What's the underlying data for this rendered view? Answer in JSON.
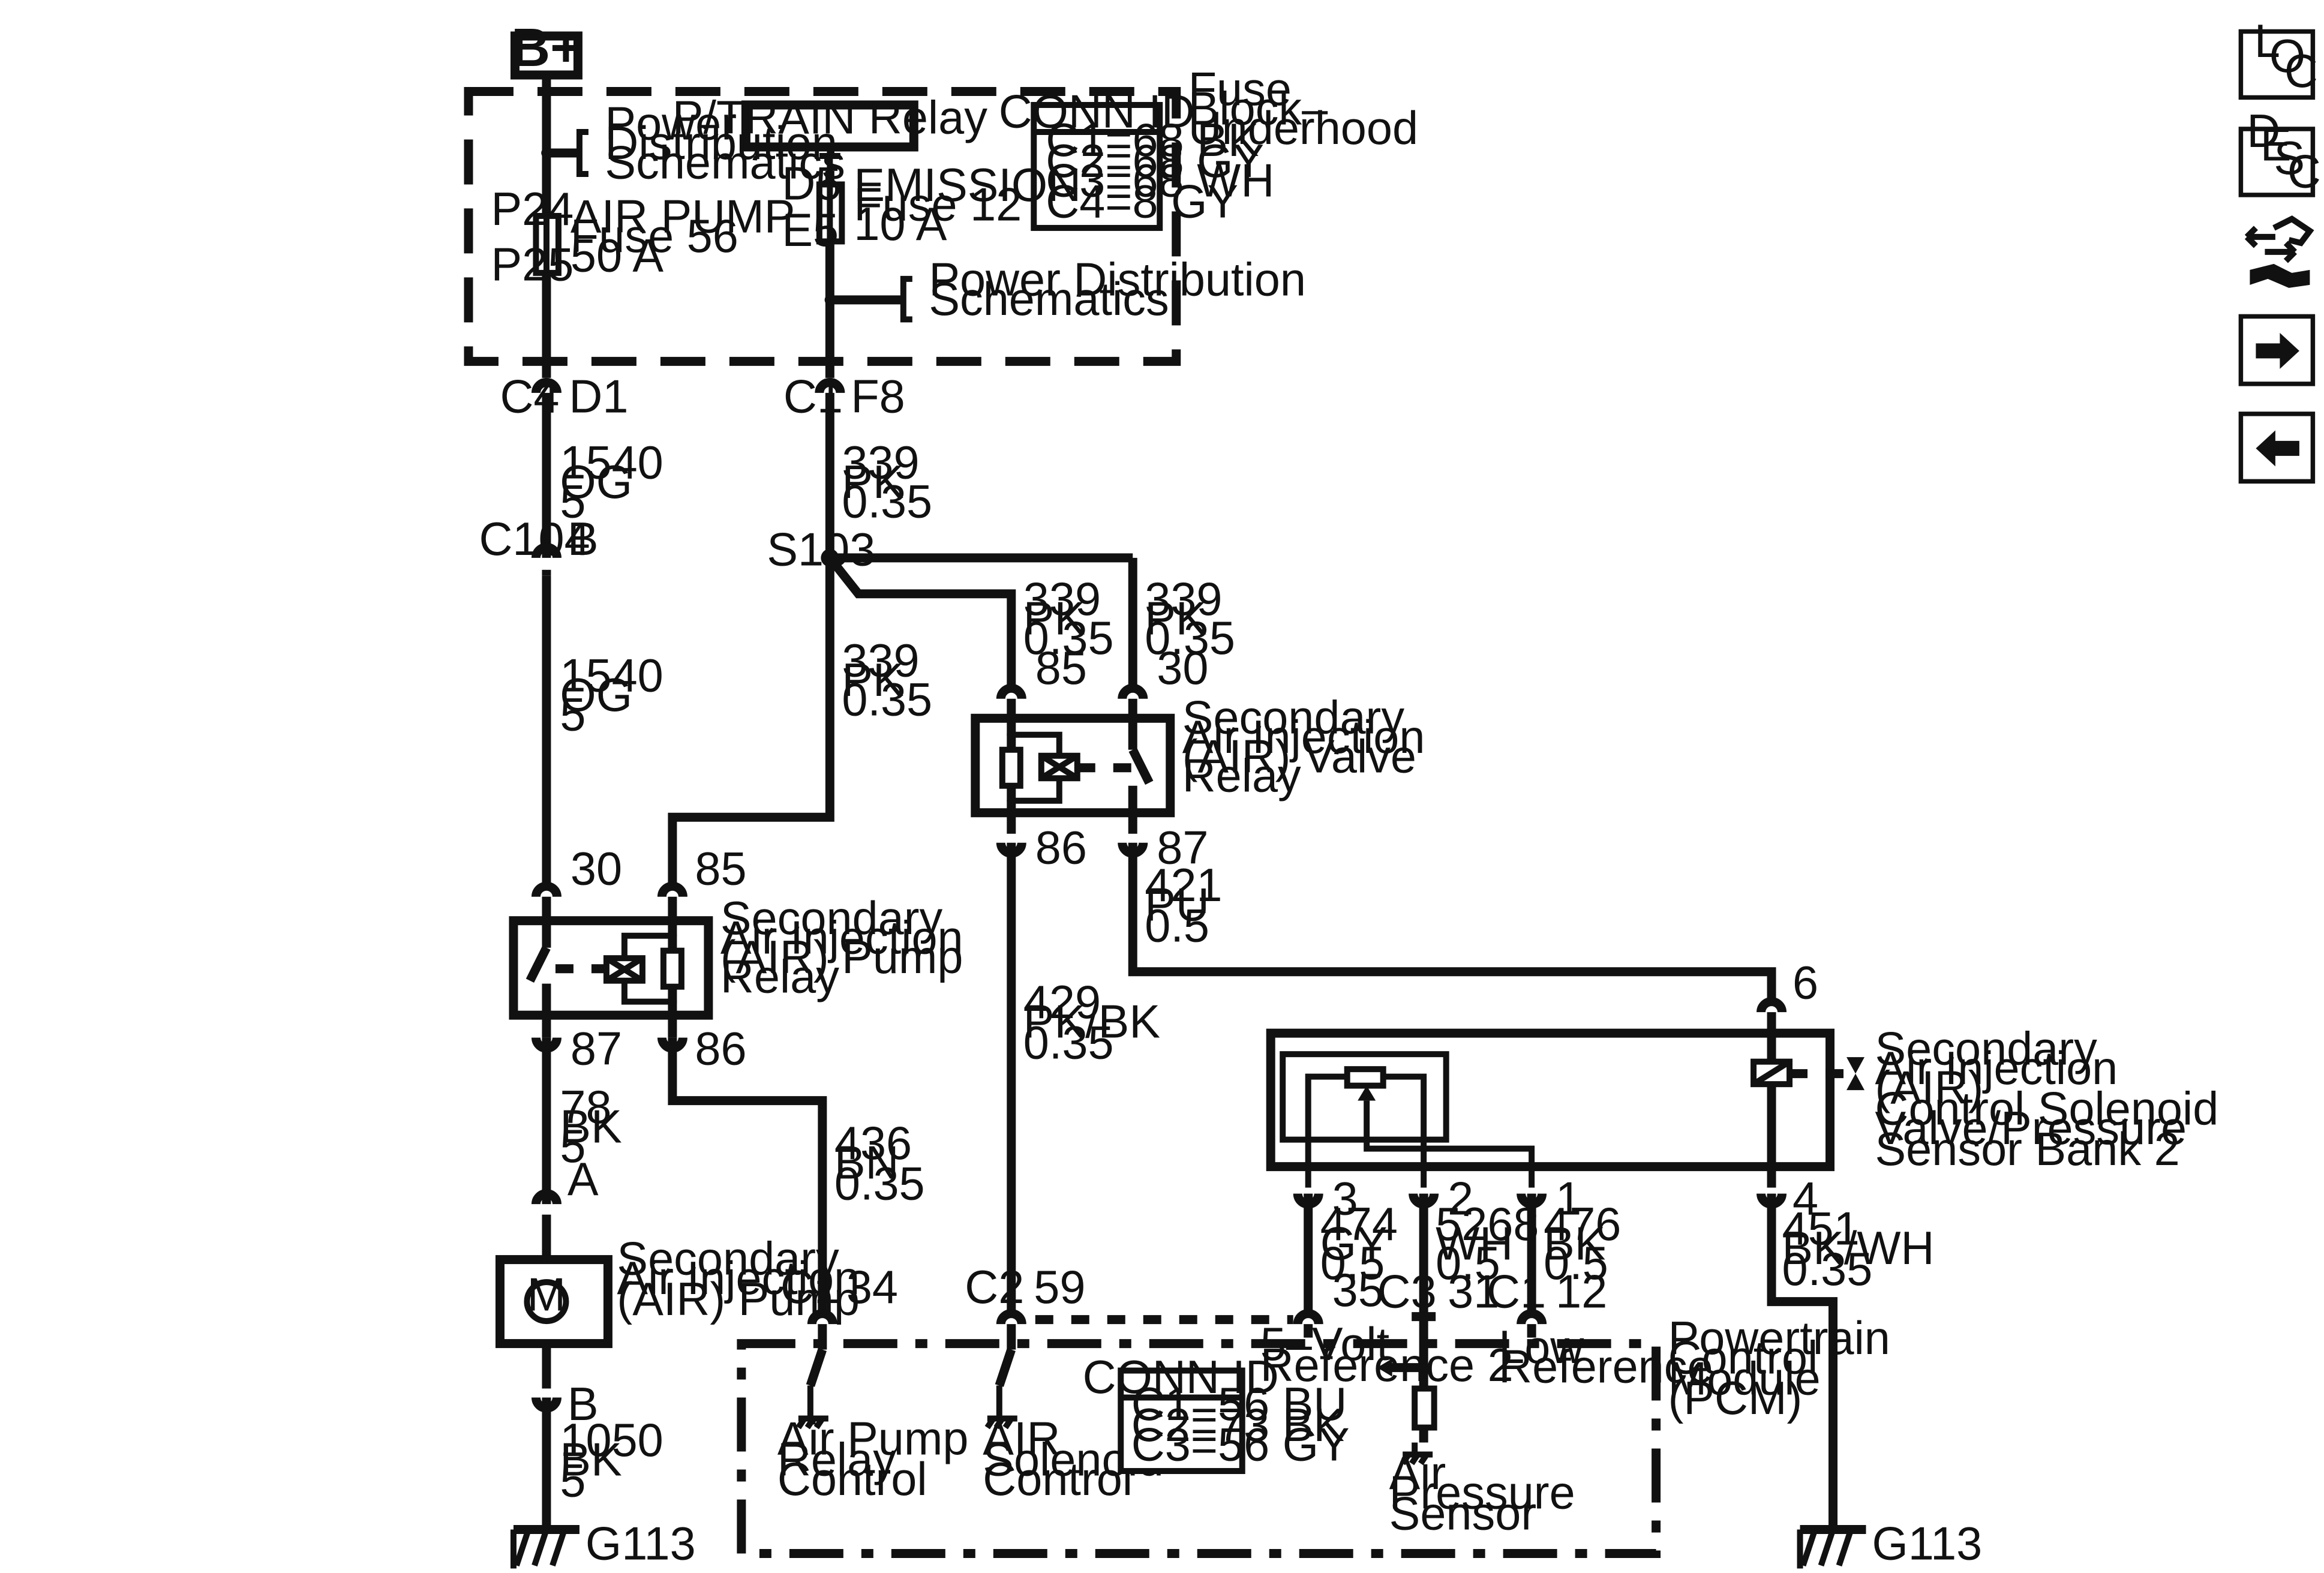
{
  "labels": {
    "bplus": "B+",
    "fuse_block": [
      "Fuse",
      "Block–",
      "Underhood"
    ],
    "power_dist_1": [
      "Power",
      "Distribution",
      "Schematics"
    ],
    "power_dist_2": [
      "Power Distribution",
      "Schematics"
    ],
    "ptrain_relay": "P/TRAIN Relay",
    "p24": "P24",
    "p25": "P25",
    "air_pump_fuse": [
      "AIR PUMP",
      "Fuse 56",
      "50 A"
    ],
    "d5": "D5",
    "e5": "E5",
    "emission_fuse": [
      "EMISSION",
      "Fuse 12",
      "10  A"
    ],
    "conn_id_title": "CONN ID",
    "conn_id_fuse": [
      "C1=68 BK",
      "C2=68 GY",
      "C3=68 WH",
      "C4=8 GY"
    ],
    "c4": "C4",
    "d1": "D1",
    "c1_fb": "C1",
    "f8": "F8",
    "wire_1540_a": [
      "1540",
      "OG",
      "5"
    ],
    "wire_339_a": [
      "339",
      "PK",
      "0.35"
    ],
    "c104": "C104",
    "pin_b_c104": "B",
    "s103": "S103",
    "wire_1540_b": [
      "1540",
      "OG",
      "5"
    ],
    "wire_339_b": [
      "339",
      "PK",
      "0.35"
    ],
    "wire_339_c": [
      "339",
      "PK",
      "0.35"
    ],
    "wire_339_d": [
      "339",
      "PK",
      "0.35"
    ],
    "pin_85_valve": "85",
    "pin_30_valve": "30",
    "valve_relay": [
      "Secondary",
      "Air Injection",
      "(AIR) Valve",
      "Relay"
    ],
    "pin_86_valve": "86",
    "pin_87_valve": "87",
    "wire_421": [
      "421",
      "PU",
      "0.5"
    ],
    "pin_30_pump": "30",
    "pin_85_pump": "85",
    "pump_relay": [
      "Secondary",
      "Air Injection",
      "(AIR) Pump",
      "Relay"
    ],
    "pin_87_pump": "87",
    "pin_86_pump": "86",
    "wire_429": [
      "429",
      "PK/BK",
      "0.35"
    ],
    "pin_6": "6",
    "solenoid": [
      "Secondary",
      "Air Injection",
      "(AIR)",
      "Control Solenoid",
      "Valve/Pressure",
      "Sensor Bank 2"
    ],
    "wire_78": [
      "78",
      "BK",
      "5"
    ],
    "pin_a": "A",
    "air_pump": [
      "Secondary",
      "Air Injection",
      "(AIR) Pump"
    ],
    "motor": "M",
    "wire_436": [
      "436",
      "BN",
      "0.35"
    ],
    "pin_3": "3",
    "pin_2": "2",
    "pin_1": "1",
    "pin_4": "4",
    "wire_474": [
      "474",
      "GY",
      "0.5"
    ],
    "wire_5268": [
      "5268",
      "WH",
      "0.5"
    ],
    "wire_476": [
      "476",
      "BK",
      "0.5"
    ],
    "wire_451": [
      "451",
      "BK/WH",
      "0.35"
    ],
    "c1_pcm": "C1",
    "pin_34": "34",
    "c2_pcm": "C2",
    "pin_59": "59",
    "pin_35": "35",
    "c3_pcm": "C3",
    "pin_31": "31",
    "c1_pcm_b": "C1",
    "pin_12": "12",
    "pin_b_pump": "B",
    "wire_1050": [
      "1050",
      "BK",
      "5"
    ],
    "five_volt": [
      "5–Volt",
      "Reference 2"
    ],
    "low_ref": [
      "Low",
      "Reference"
    ],
    "pcm": [
      "Powertrain",
      "Control",
      "Module",
      "(PCM)"
    ],
    "conn_id_pcm": [
      "C1=56 BU",
      "C2=73 BK",
      "C3=56 GY"
    ],
    "air_pump_relay_ctrl": [
      "Air Pump",
      "Relay",
      "Control"
    ],
    "air_solenoid_ctrl": [
      "AIR",
      "Solenoid",
      "Control"
    ],
    "air_pressure_sensor": [
      "Air",
      "Pressure",
      "Sensor"
    ],
    "g113_left": "G113",
    "g113_right": "G113"
  },
  "nav": {
    "loc": [
      "L",
      "O",
      "C"
    ],
    "desc": [
      "D",
      "E",
      "S",
      "C"
    ]
  }
}
